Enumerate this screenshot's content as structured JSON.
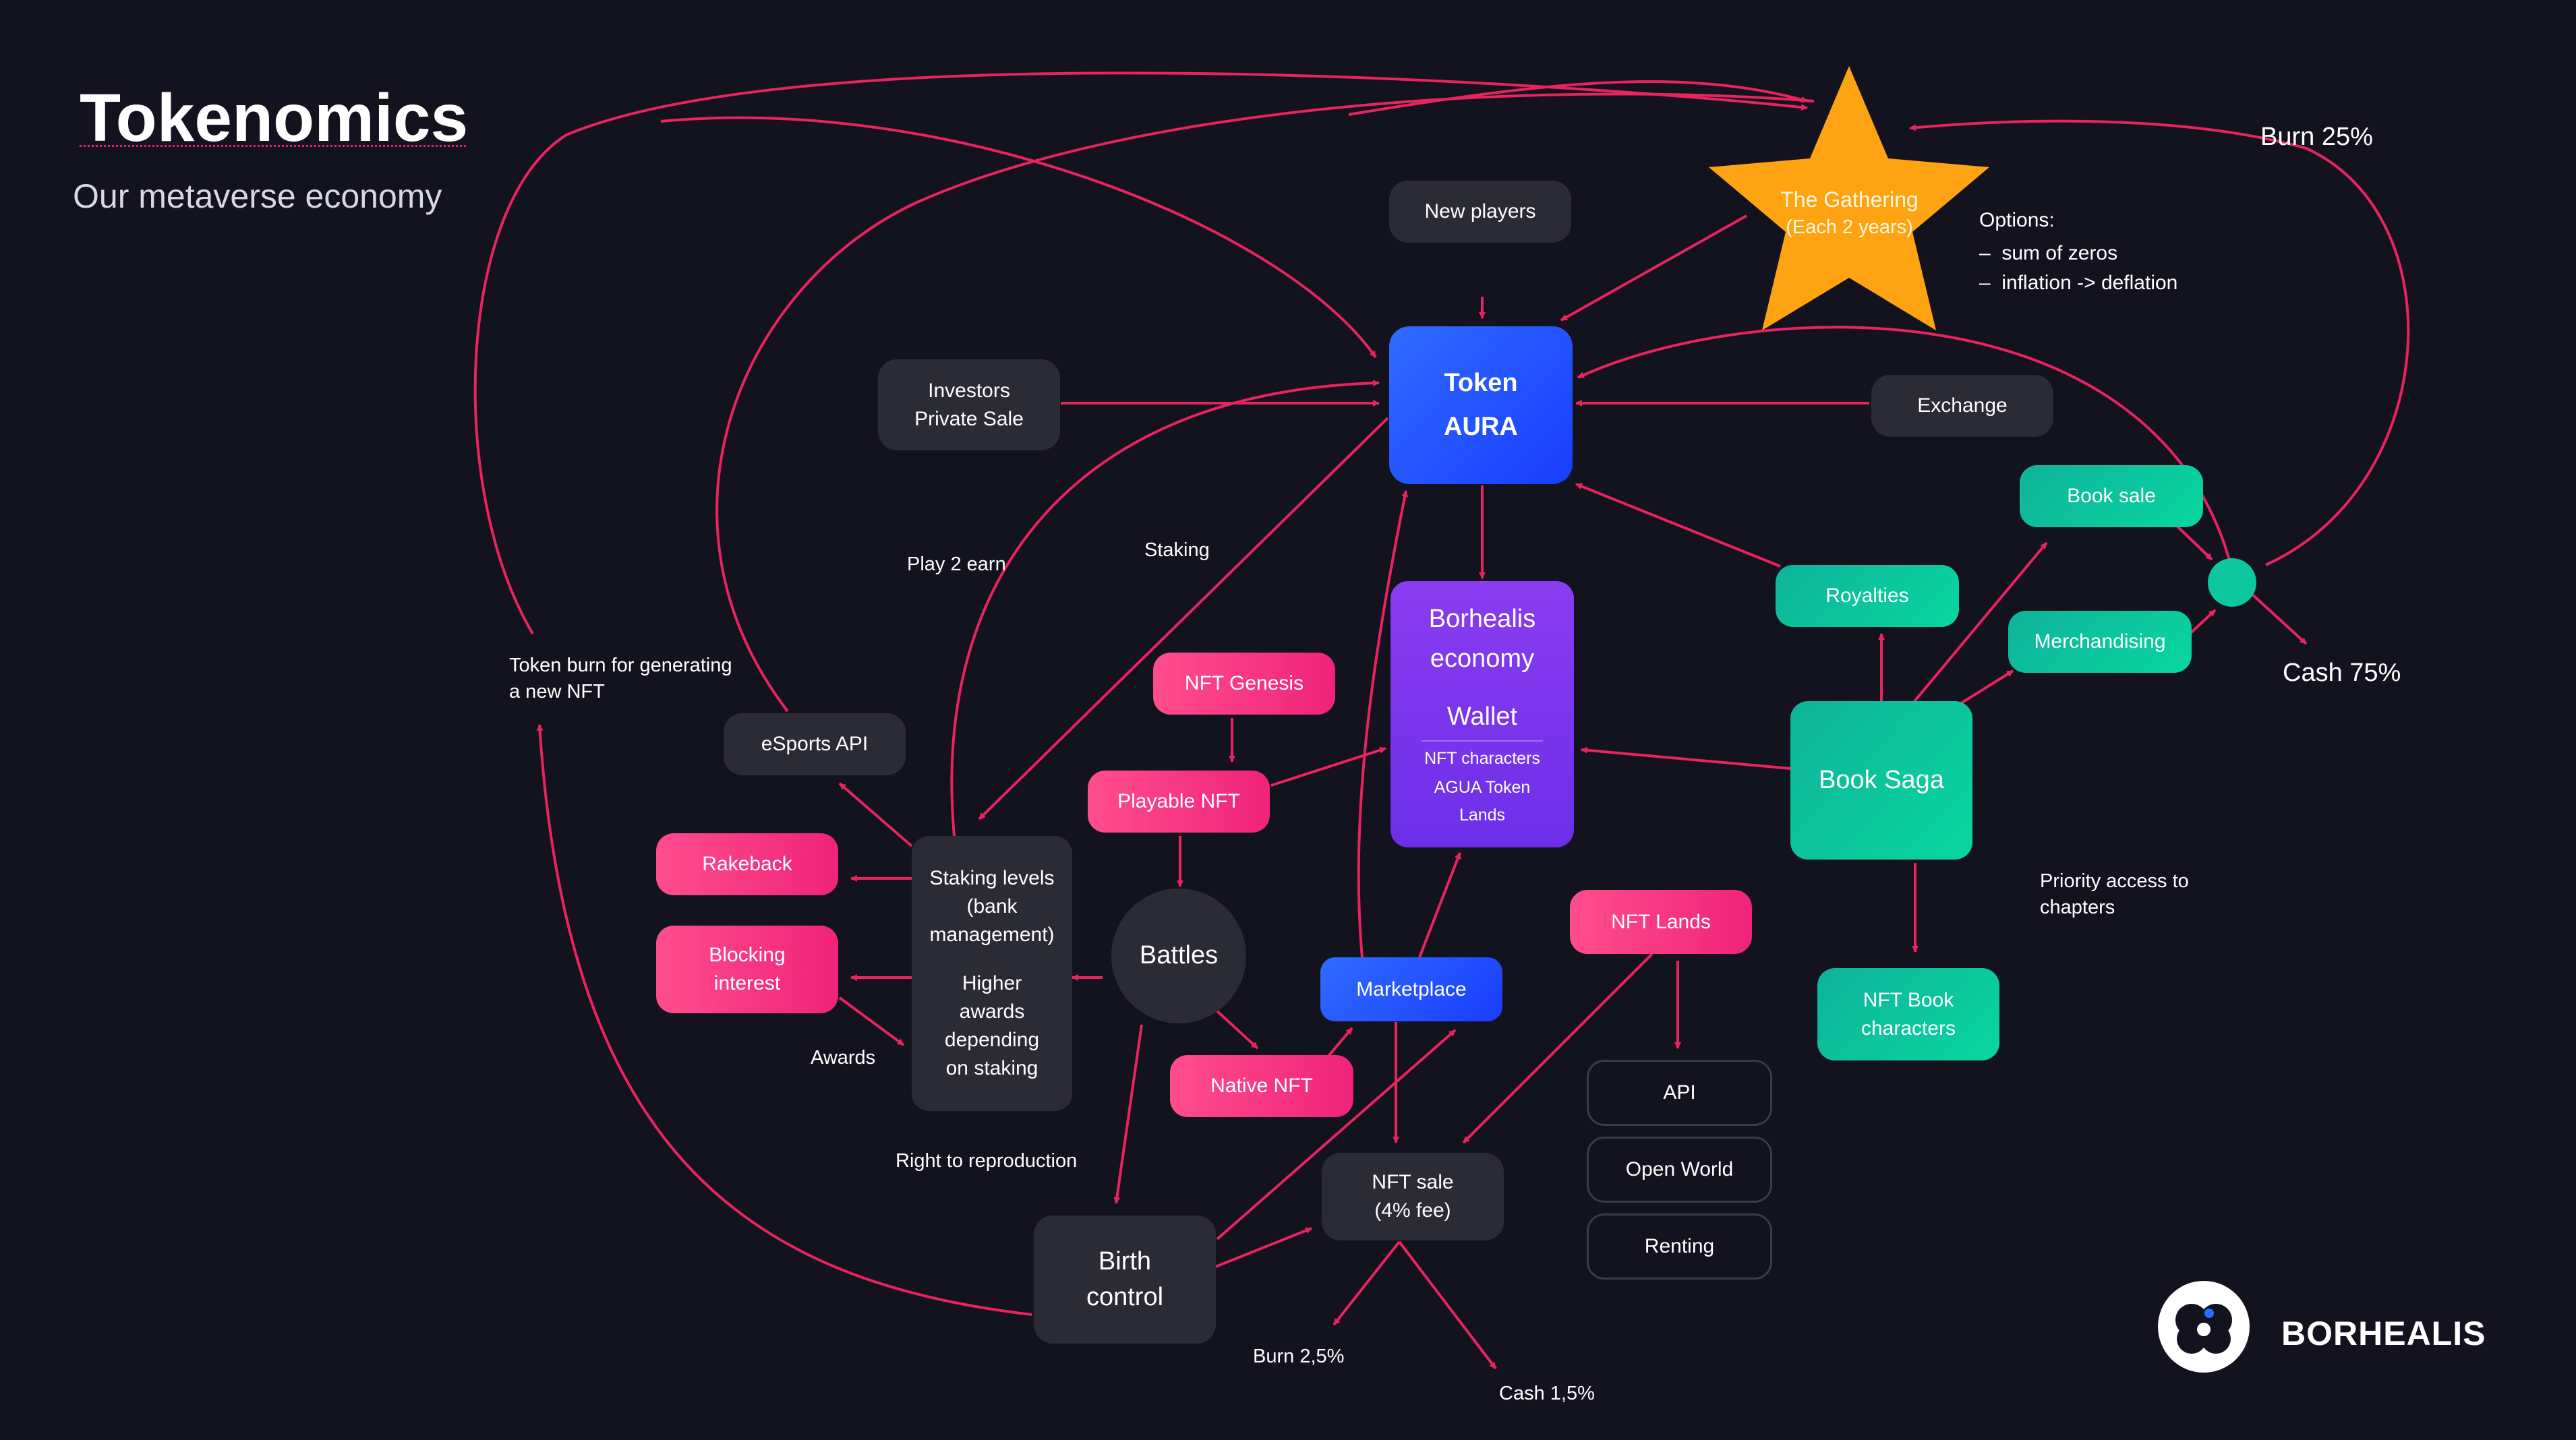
{
  "header": {
    "title": "Tokenomics",
    "subtitle": "Our metaverse economy"
  },
  "nodes": {
    "new_players": "New players",
    "token": [
      "Token",
      "AURA"
    ],
    "investors": [
      "Investors",
      "Private Sale"
    ],
    "exchange": "Exchange",
    "gathering": [
      "The Gathering",
      "(Each 2 years)"
    ],
    "borhealis": [
      "Borhealis",
      "economy"
    ],
    "wallet": "Wallet",
    "wallet_items": [
      "NFT characters",
      "AGUA Token",
      "Lands"
    ],
    "nft_genesis": "NFT Genesis",
    "playable_nft": "Playable NFT",
    "esports_api": "eSports API",
    "rakeback": "Rakeback",
    "blocking": [
      "Blocking",
      "interest"
    ],
    "staking_levels": [
      "Staking levels",
      "(bank",
      "management)"
    ],
    "higher_awards": [
      "Higher",
      "awards",
      "depending",
      "on staking"
    ],
    "battles": "Battles",
    "native_nft": "Native NFT",
    "marketplace": "Marketplace",
    "nft_lands": "NFT Lands",
    "api": "API",
    "open_world": "Open World",
    "renting": "Renting",
    "nft_sale": [
      "NFT sale",
      "(4% fee)"
    ],
    "birth": [
      "Birth",
      "control"
    ],
    "royalties": "Royalties",
    "book_sale": "Book sale",
    "merchandising": "Merchandising",
    "book_saga": "Book Saga",
    "nft_book": [
      "NFT Book",
      "characters"
    ]
  },
  "labels": {
    "burn_25": "Burn 25%",
    "cash_75": "Cash 75%",
    "options_title": "Options:",
    "options": [
      "sum of zeros",
      "inflation -> deflation"
    ],
    "play2earn": "Play 2 earn",
    "staking": "Staking",
    "token_burn": [
      "Token burn for generating",
      "a new NFT"
    ],
    "awards": "Awards",
    "right_repro": "Right to reproduction",
    "priority": [
      "Priority access to",
      "chapters"
    ],
    "burn_25_sale": "Burn 2,5%",
    "cash_15": "Cash 1,5%"
  },
  "logo": {
    "text": "BORHEALIS"
  },
  "colors": {
    "background": "#13121f",
    "edge": "#e8245f",
    "star": "#ffa312",
    "token_blue": "#2e6bff",
    "wallet_purple": "#7a35ec",
    "pink": "#f5307e",
    "teal": "#0cc79f",
    "dark_node": "#2b2b35"
  }
}
